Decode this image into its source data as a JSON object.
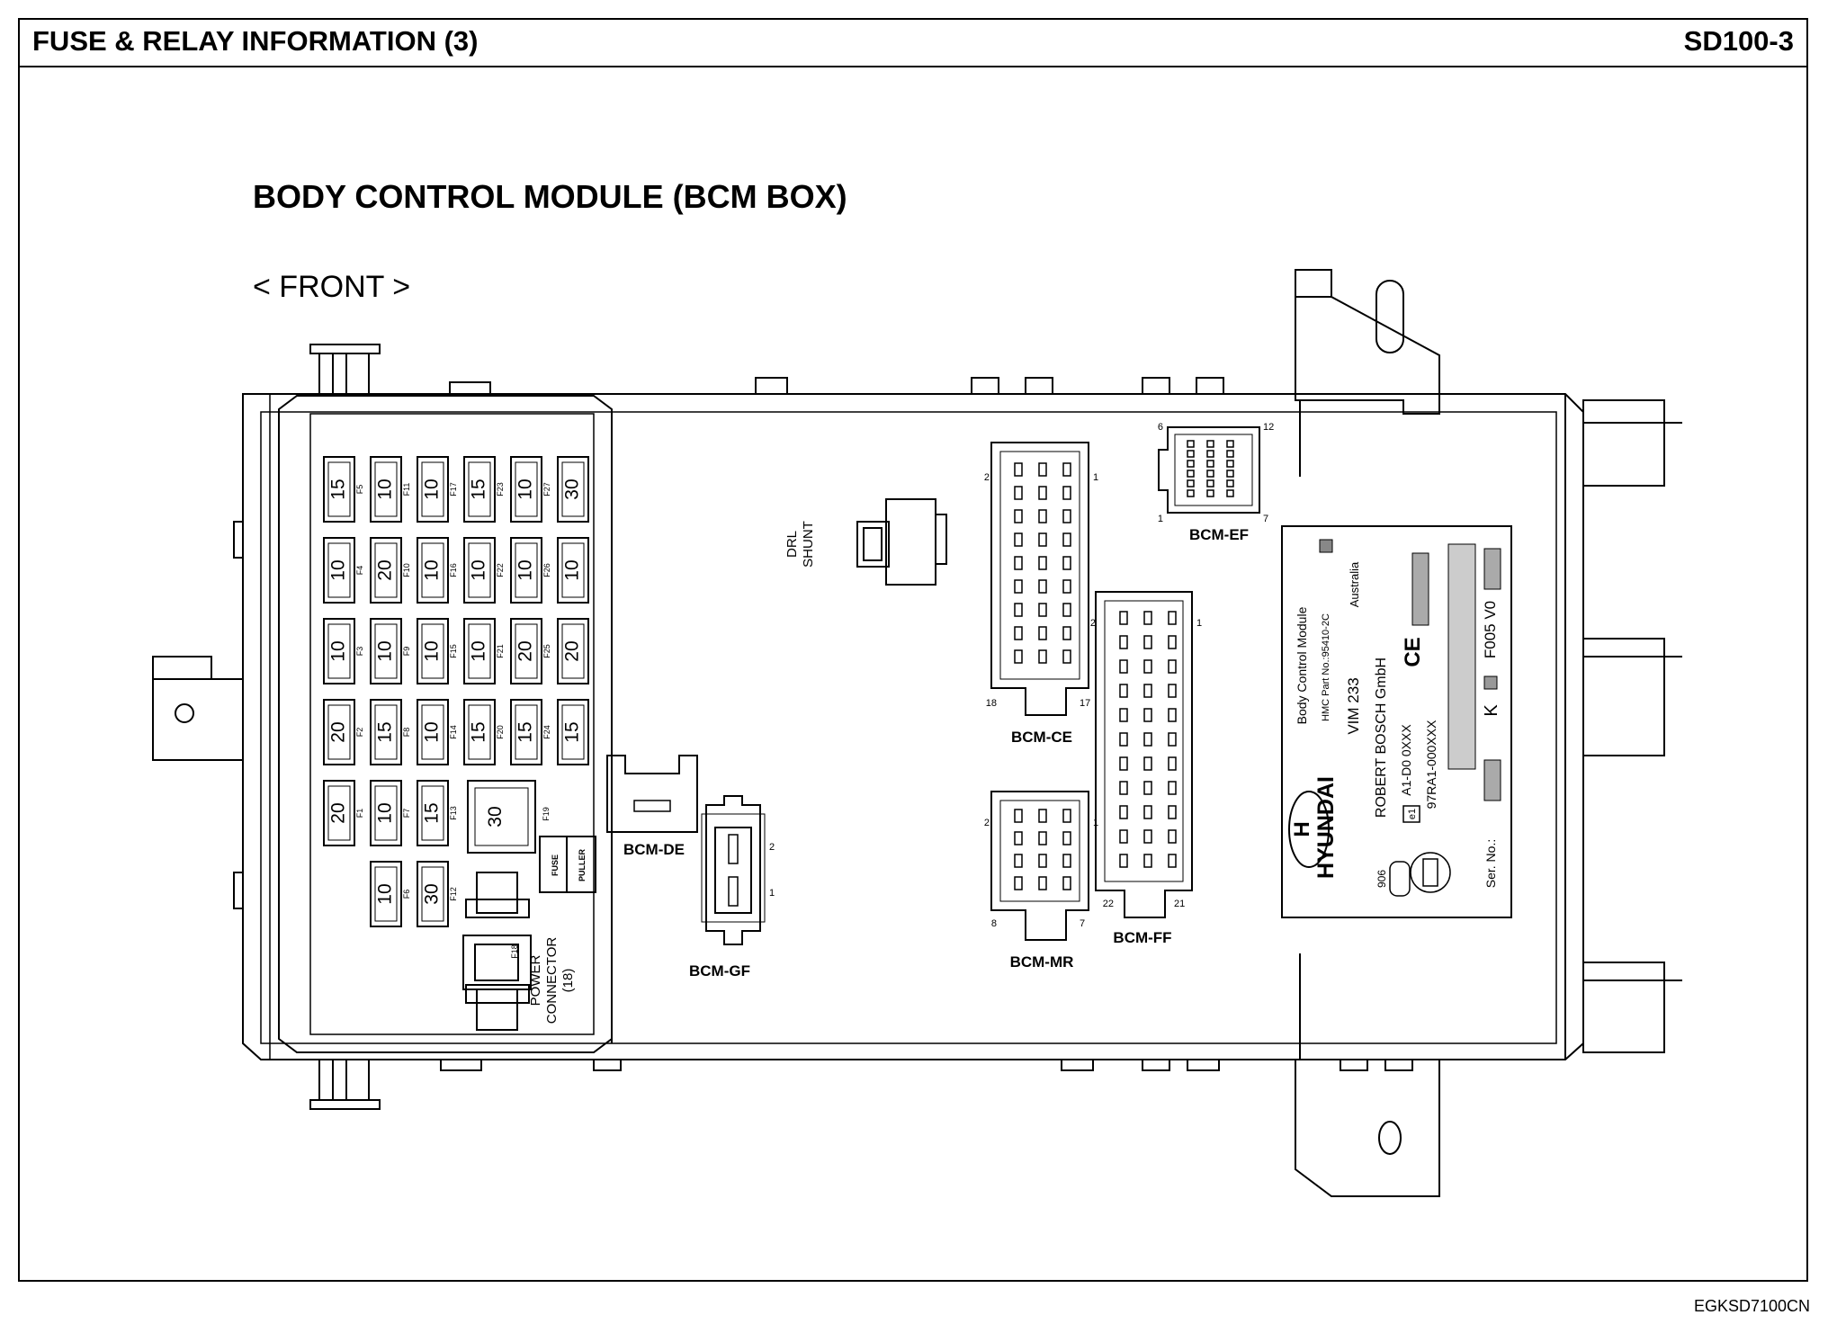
{
  "header": {
    "title": "FUSE & RELAY INFORMATION (3)",
    "code": "SD100-3"
  },
  "diagram": {
    "title": "BODY CONTROL MODULE (BCM BOX)",
    "orientation": "< FRONT >"
  },
  "footer_code": "EGKSD7100CN",
  "fuses": [
    {
      "id": "F5",
      "amp": "15",
      "col": 0,
      "row": 0
    },
    {
      "id": "F11",
      "amp": "10",
      "col": 1,
      "row": 0
    },
    {
      "id": "F17",
      "amp": "10",
      "col": 2,
      "row": 0
    },
    {
      "id": "F23",
      "amp": "15",
      "col": 3,
      "row": 0
    },
    {
      "id": "F27",
      "amp": "10",
      "col": 4,
      "row": 0
    },
    {
      "id": "",
      "amp": "30",
      "col": 5,
      "row": 0
    },
    {
      "id": "F4",
      "amp": "10",
      "col": 0,
      "row": 1
    },
    {
      "id": "F10",
      "amp": "20",
      "col": 1,
      "row": 1
    },
    {
      "id": "F16",
      "amp": "10",
      "col": 2,
      "row": 1
    },
    {
      "id": "F22",
      "amp": "10",
      "col": 3,
      "row": 1
    },
    {
      "id": "F26",
      "amp": "10",
      "col": 4,
      "row": 1
    },
    {
      "id": "",
      "amp": "10",
      "col": 5,
      "row": 1
    },
    {
      "id": "F3",
      "amp": "10",
      "col": 0,
      "row": 2
    },
    {
      "id": "F9",
      "amp": "10",
      "col": 1,
      "row": 2
    },
    {
      "id": "F15",
      "amp": "10",
      "col": 2,
      "row": 2
    },
    {
      "id": "F21",
      "amp": "10",
      "col": 3,
      "row": 2
    },
    {
      "id": "F25",
      "amp": "20",
      "col": 4,
      "row": 2
    },
    {
      "id": "",
      "amp": "20",
      "col": 5,
      "row": 2
    },
    {
      "id": "F2",
      "amp": "20",
      "col": 0,
      "row": 3
    },
    {
      "id": "F8",
      "amp": "15",
      "col": 1,
      "row": 3
    },
    {
      "id": "F14",
      "amp": "10",
      "col": 2,
      "row": 3
    },
    {
      "id": "F20",
      "amp": "15",
      "col": 3,
      "row": 3
    },
    {
      "id": "F24",
      "amp": "15",
      "col": 4,
      "row": 3
    },
    {
      "id": "",
      "amp": "15",
      "col": 5,
      "row": 3
    },
    {
      "id": "F1",
      "amp": "20",
      "col": 0,
      "row": 4
    },
    {
      "id": "F7",
      "amp": "10",
      "col": 1,
      "row": 4
    },
    {
      "id": "F13",
      "amp": "15",
      "col": 2,
      "row": 4
    },
    {
      "id": "F6",
      "amp": "10",
      "col": 1,
      "row": 5
    },
    {
      "id": "F12",
      "amp": "30",
      "col": 2,
      "row": 5
    }
  ],
  "big_fuse": {
    "id": "F19",
    "amp": "30"
  },
  "fuse_puller": {
    "line1": "FUSE",
    "line2": "PULLER"
  },
  "power_connector": {
    "line1": "POWER",
    "line2": "CONNECTOR",
    "line3": "(18)",
    "fuse_id": "F18"
  },
  "drl_shunt": {
    "line1": "DRL",
    "line2": "SHUNT"
  },
  "connectors": {
    "ce": {
      "name": "BCM-CE",
      "pins": [
        "2",
        "1",
        "18",
        "17"
      ]
    },
    "ef": {
      "name": "BCM-EF",
      "pins": [
        "6",
        "12",
        "1",
        "7"
      ]
    },
    "ff": {
      "name": "BCM-FF",
      "pins": [
        "2",
        "1",
        "22",
        "21"
      ]
    },
    "mr": {
      "name": "BCM-MR",
      "pins": [
        "2",
        "1",
        "8",
        "7"
      ]
    },
    "de": {
      "name": "BCM-DE"
    },
    "gf": {
      "name": "BCM-GF",
      "pins": [
        "2",
        "1"
      ]
    }
  },
  "sticker": {
    "brand": "HYUNDAI",
    "l1": "Body Control Module",
    "l2": "HMC Part No.:95410-2C",
    "l2b": "Australia",
    "l3": "VIM   233",
    "l4": "ROBERT  BOSCH  GmbH",
    "l5": "A1-D0  0XXX",
    "l6": "97RA1-000XXX",
    "l7": "Ser. No.:",
    "l8": "F005 V0",
    "ce": "CE",
    "k": "K",
    "code906": "906",
    "e1": "e1"
  }
}
